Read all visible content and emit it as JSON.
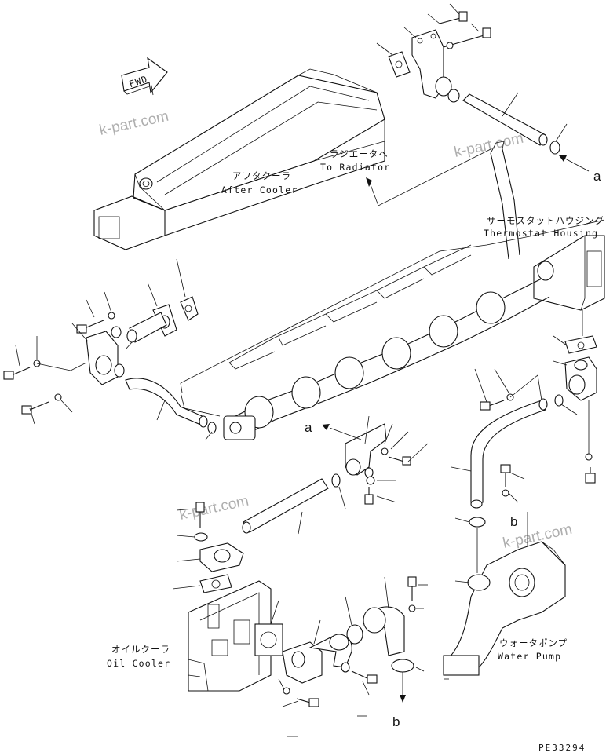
{
  "labels": {
    "fwd": "FWD",
    "after_cooler_jp": "アフタクーラ",
    "after_cooler_en": "After Cooler",
    "to_radiator_jp": "ラジエータヘ",
    "to_radiator_en": "To Radiator",
    "thermostat_jp": "サーモスタットハウジング",
    "thermostat_en": "Thermostat Housing",
    "oil_cooler_jp": "オイルクーラ",
    "oil_cooler_en": "Oil Cooler",
    "water_pump_jp": "ウォータポンプ",
    "water_pump_en": "Water Pump",
    "ref_a": "a",
    "ref_b": "b",
    "drawing_code": "PE33294"
  },
  "watermark": "k-part.com"
}
